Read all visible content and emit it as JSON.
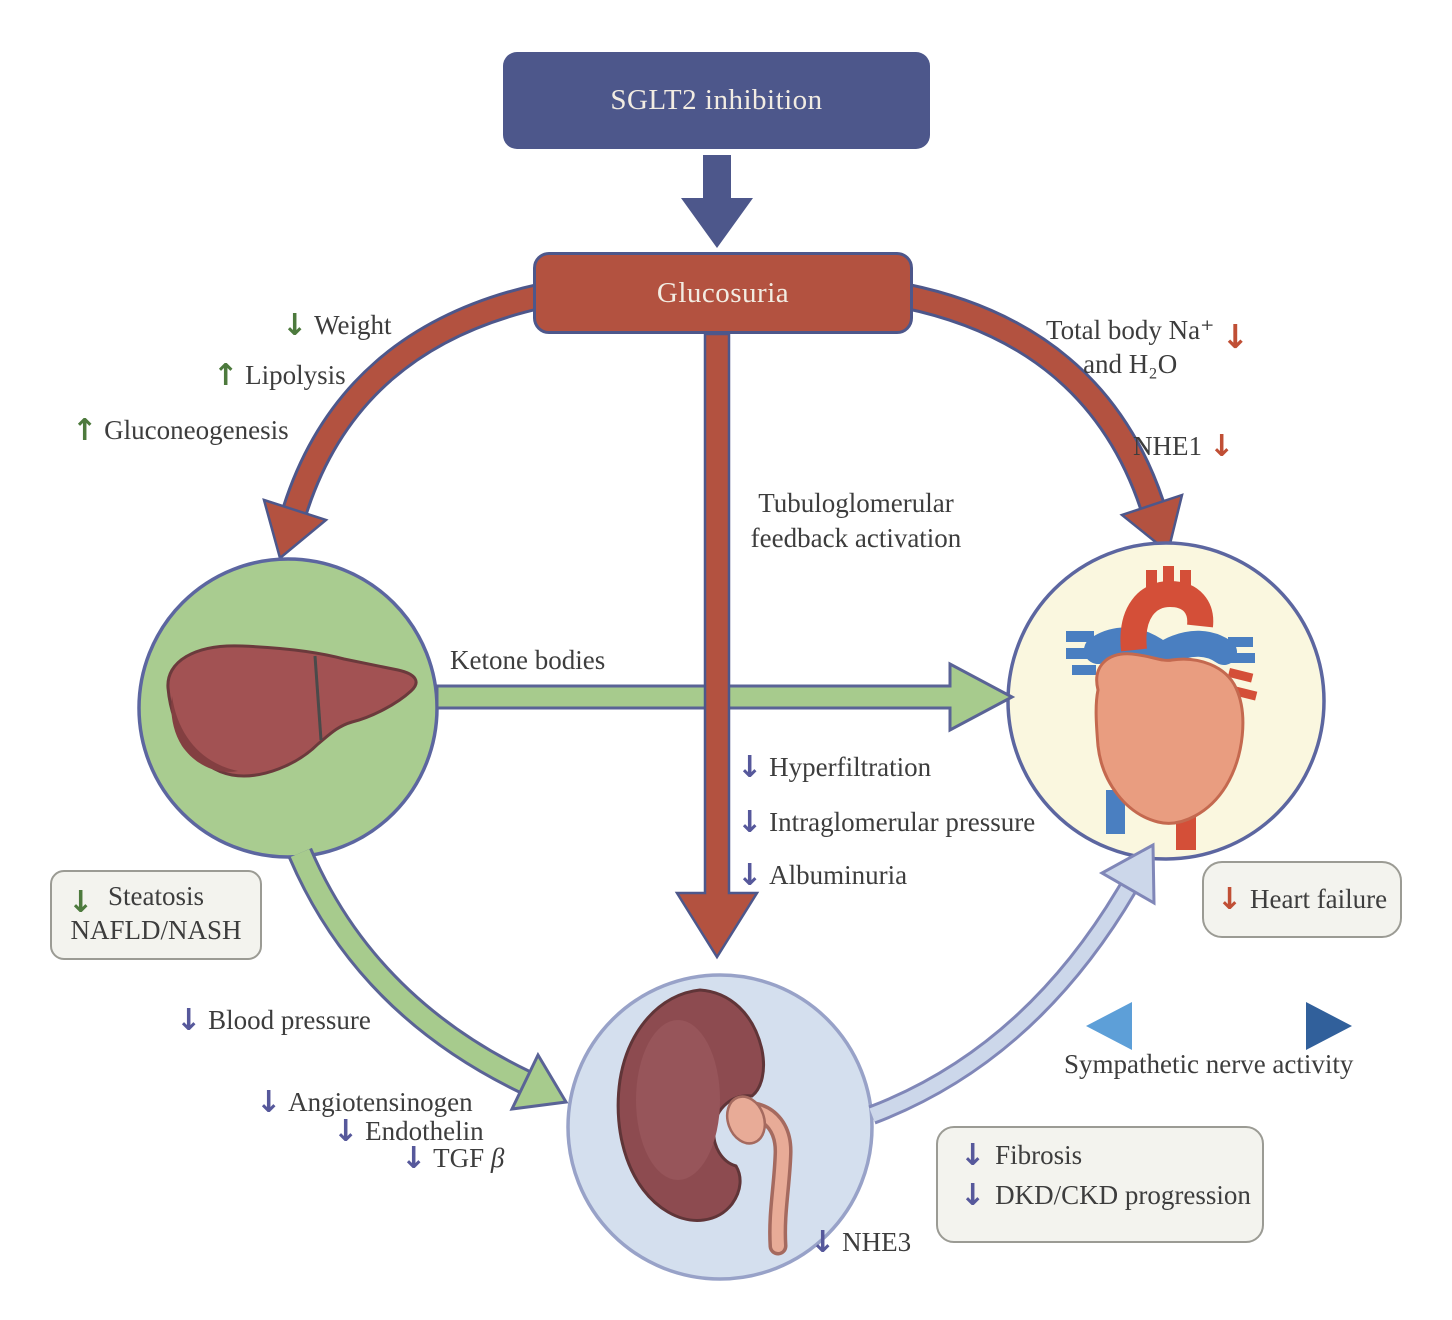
{
  "glyphs": {
    "down": "↓",
    "up": "↑"
  },
  "sglt2_box": {
    "label": "SGLT2 inhibition"
  },
  "glucosuria_box": {
    "label": "Glucosuria"
  },
  "metabolic_effects": {
    "weight": "Weight",
    "lipolysis": "Lipolysis",
    "gluconeogenesis": "Gluconeogenesis"
  },
  "sodium_effects": {
    "total_body_line1": "Total body Na⁺",
    "total_body_line2": "and H₂O",
    "nhe1": "NHE1"
  },
  "tubuloglomerular_label": "Tubuloglomerular feedback activation",
  "ketone_label": "Ketone bodies",
  "glomerular_effects": {
    "hyperfiltration": "Hyperfiltration",
    "intraglomerular": "Intraglomerular pressure",
    "albuminuria": "Albuminuria"
  },
  "steatosis_box": {
    "line1": "Steatosis",
    "line2": "NAFLD/NASH"
  },
  "liver_mediators": {
    "blood_pressure": "Blood pressure",
    "angiotensinogen": "Angiotensinogen",
    "endothelin": "Endothelin",
    "tgf": "TGF",
    "tgf_beta": "β"
  },
  "heart_failure_box": {
    "label": "Heart failure"
  },
  "sympathetic_label": "Sympathetic nerve activity",
  "renal_outcomes_box": {
    "fibrosis": "Fibrosis",
    "progression": "DKD/CKD progression"
  },
  "nhe3_label": "NHE3",
  "colors": {
    "sglt2_blue": "#4d578b",
    "glucosuria_red": "#b35240",
    "liver_circle_green": "#a9cc90",
    "heart_circle_cream": "#faf7df",
    "kidney_circle_blue": "#d4dfee",
    "big_green_arrow": "#a7cb8d",
    "small_green_arrow": "#4d7a3d",
    "small_purple_arrow": "#56589b",
    "small_red_arrow": "#c04f35",
    "sympathetic_light_blue": "#5d9fd8",
    "sympathetic_dark_blue": "#31609b"
  }
}
